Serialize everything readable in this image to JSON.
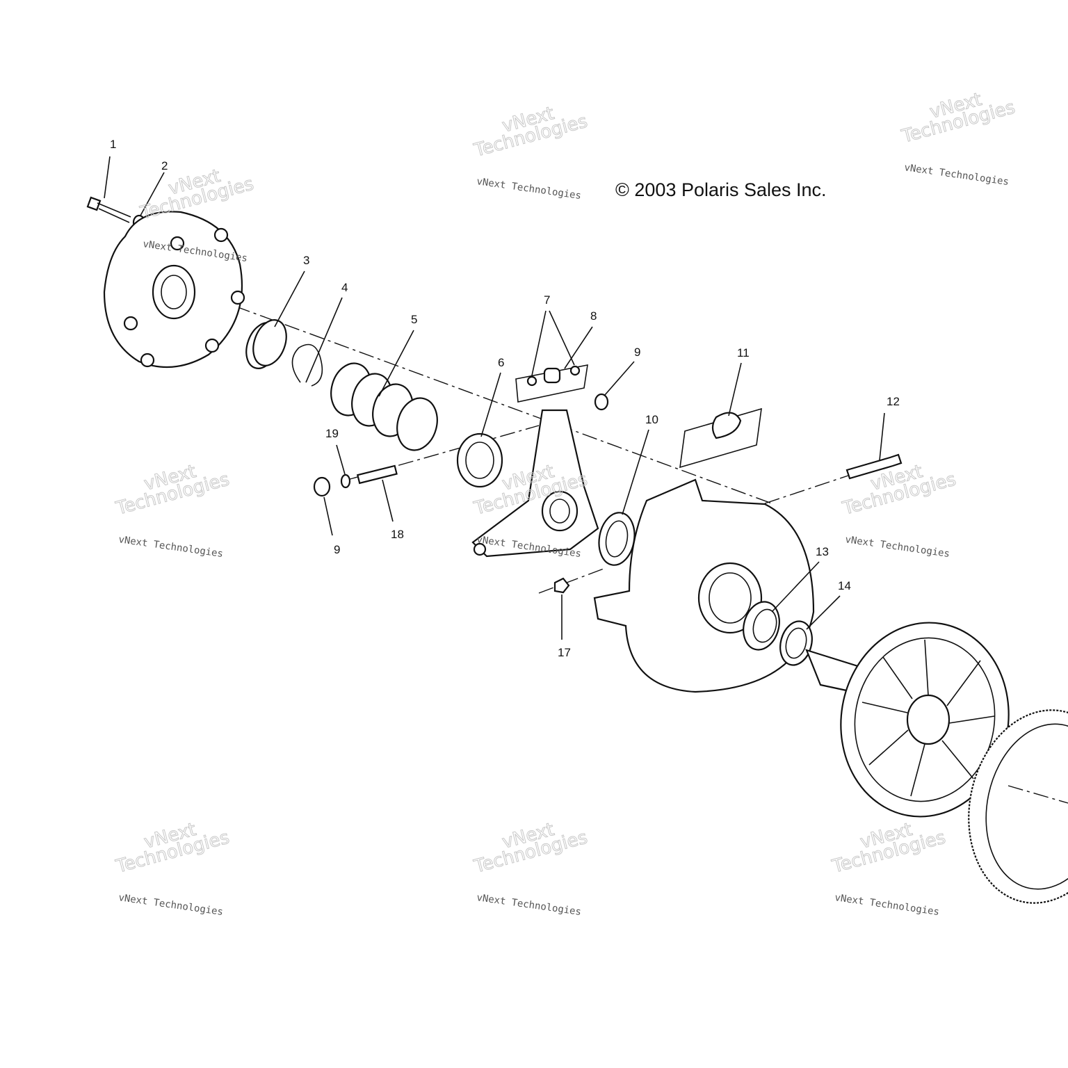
{
  "diagram": {
    "copyright": "© 2003 Polaris Sales Inc.",
    "callouts": [
      "1",
      "2",
      "3",
      "4",
      "5",
      "6",
      "7",
      "8",
      "9",
      "10",
      "11",
      "12",
      "13",
      "14",
      "17",
      "18",
      "9",
      "19"
    ],
    "watermark": {
      "small": "vNext Technologies",
      "big_line1": "vNext",
      "big_line2": "Technologies"
    }
  }
}
